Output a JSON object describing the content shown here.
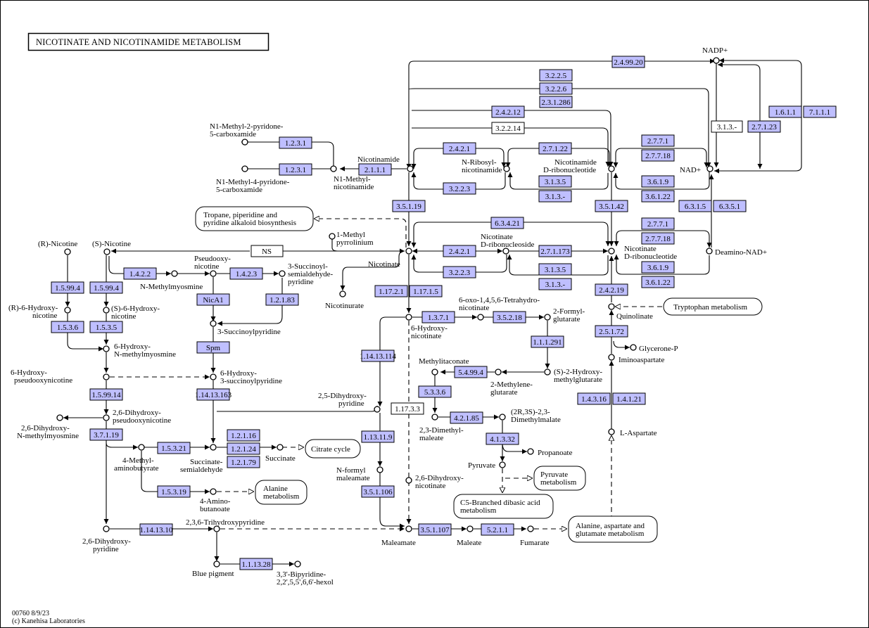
{
  "map": {
    "title": "NICOTINATE  AND  NICOTINAMIDE METABOLISM",
    "footer_id": "00760 8/9/23",
    "footer_copyright": "(c) Kanehisa Laboratories"
  },
  "colors": {
    "enzyme_fill": "#bfbfff",
    "plain_fill": "#ffffff",
    "line": "#000000"
  },
  "compounds": [
    {
      "id": "c-nadp",
      "lines": [
        "NADP+"
      ]
    },
    {
      "id": "c-nad",
      "lines": [
        "NAD+"
      ]
    },
    {
      "id": "c-n1m2p",
      "lines": [
        "N1-Methyl-2-pyridone-",
        "5-carboxamide"
      ]
    },
    {
      "id": "c-n1m4p",
      "lines": [
        "N1-Methyl-4-pyridone-",
        "5-carboxamide"
      ]
    },
    {
      "id": "c-n1mn",
      "lines": [
        "N1-Methyl-",
        "nicotinamide"
      ]
    },
    {
      "id": "c-nicotinamide",
      "lines": [
        "Nicotinamide"
      ]
    },
    {
      "id": "c-nrn",
      "lines": [
        "N-Ribosyl-",
        "nicotinamide"
      ]
    },
    {
      "id": "c-nmn",
      "lines": [
        "Nicotinamide",
        "D-ribonucleotide"
      ]
    },
    {
      "id": "c-rnic",
      "lines": [
        "(R)-Nicotine"
      ]
    },
    {
      "id": "c-snic",
      "lines": [
        "(S)-Nicotine"
      ]
    },
    {
      "id": "c-pseudo",
      "lines": [
        "Pseudooxy-",
        "nicotine"
      ]
    },
    {
      "id": "c-mpyr",
      "lines": [
        "1-Methyl",
        "pyrrolinium"
      ]
    },
    {
      "id": "c-nicotinate",
      "lines": [
        "Nicotinate"
      ]
    },
    {
      "id": "c-nar",
      "lines": [
        "Nicotinate",
        "D-ribonucleoside"
      ]
    },
    {
      "id": "c-namn",
      "lines": [
        "Nicotinate",
        "D-ribonucleotide"
      ]
    },
    {
      "id": "c-dnad",
      "lines": [
        "Deamino-NAD+"
      ]
    },
    {
      "id": "c-nmm",
      "lines": [
        "N-Methylmyosmine"
      ]
    },
    {
      "id": "c-3ssp",
      "lines": [
        "3-Succinoyl-",
        "semialdehyde-",
        "pyridine"
      ]
    },
    {
      "id": "c-nicotinurate",
      "lines": [
        "Nicotinurate"
      ]
    },
    {
      "id": "c-r6hn",
      "lines": [
        "(R)-6-Hydroxy-",
        "nicotine"
      ]
    },
    {
      "id": "c-s6hn",
      "lines": [
        "(S)-6-Hydroxy-",
        "nicotine"
      ]
    },
    {
      "id": "c-3sp",
      "lines": [
        "3-Succinoylpyridine"
      ]
    },
    {
      "id": "c-6oxo",
      "lines": [
        "6-oxo-1,4,5,6-Tetrahydro-",
        "nicotinate"
      ]
    },
    {
      "id": "c-2fg",
      "lines": [
        "2-Formyl-",
        "glutarate"
      ]
    },
    {
      "id": "c-6hnicotinate",
      "lines": [
        "6-Hydroxy-",
        "nicotinate"
      ]
    },
    {
      "id": "c-quin",
      "lines": [
        "Quinolinate"
      ]
    },
    {
      "id": "c-6hnmm",
      "lines": [
        "6-Hydroxy-",
        "N-methylmyosmine"
      ]
    },
    {
      "id": "c-glyp",
      "lines": [
        "Glycerone-P"
      ]
    },
    {
      "id": "c-6hpseudo",
      "lines": [
        "6-Hydroxy-",
        "pseudooxynicotine"
      ]
    },
    {
      "id": "c-6h3sp",
      "lines": [
        "6-Hydroxy-",
        "3-succinoylpyridine"
      ]
    },
    {
      "id": "c-mitac",
      "lines": [
        "Methylitaconate"
      ]
    },
    {
      "id": "c-s2hmg",
      "lines": [
        "(S)-2-Hydroxy-",
        "methylglutarate"
      ]
    },
    {
      "id": "c-iminoasp",
      "lines": [
        "Iminoaspartate"
      ]
    },
    {
      "id": "c-2mg",
      "lines": [
        "2-Methylene-",
        "glutarate"
      ]
    },
    {
      "id": "c-25dhp",
      "lines": [
        "2,5-Dihydroxy-",
        "pyridine"
      ]
    },
    {
      "id": "c-26dpn",
      "lines": [
        "2,6-Dihydroxy-",
        "pseudooxynicotine"
      ]
    },
    {
      "id": "c-26dnm",
      "lines": [
        "2,6-Dihydroxy-",
        "N-methylmyosmine"
      ]
    },
    {
      "id": "c-23dmm",
      "lines": [
        "2,3-Dimethyl-",
        "maleate"
      ]
    },
    {
      "id": "c-23dmml",
      "lines": [
        "(2R,3S)-2,3-",
        "Dimethylmalate"
      ]
    },
    {
      "id": "c-laspartate",
      "lines": [
        "L-Aspartate"
      ]
    },
    {
      "id": "c-4mab",
      "lines": [
        "4-Methyl-",
        "aminobutyrate"
      ]
    },
    {
      "id": "c-succsa",
      "lines": [
        "Succinate-",
        "semialdehyde"
      ]
    },
    {
      "id": "c-succ",
      "lines": [
        "Succinate"
      ]
    },
    {
      "id": "c-propanoate",
      "lines": [
        "Propanoate"
      ]
    },
    {
      "id": "c-pyruvate",
      "lines": [
        "Pyruvate"
      ]
    },
    {
      "id": "c-nfm",
      "lines": [
        "N-formyl",
        "maleamate"
      ]
    },
    {
      "id": "c-26dhn",
      "lines": [
        "2,6-Dihydroxy-",
        "nicotinate"
      ]
    },
    {
      "id": "c-4ab",
      "lines": [
        "4-Amino-",
        "butanoate"
      ]
    },
    {
      "id": "c-236thp",
      "lines": [
        "2,3,6-Trihydroxypyridine"
      ]
    },
    {
      "id": "c-maleamate",
      "lines": [
        "Maleamate"
      ]
    },
    {
      "id": "c-maleate",
      "lines": [
        "Maleate"
      ]
    },
    {
      "id": "c-fumarate",
      "lines": [
        "Fumarate"
      ]
    },
    {
      "id": "c-26dhp",
      "lines": [
        "2,6-Dihydroxy-",
        "pyridine"
      ]
    },
    {
      "id": "c-bp",
      "lines": [
        "Blue pigment"
      ]
    },
    {
      "id": "c-bipyr",
      "lines": [
        "3,3'-Bipyridine-",
        "2,2',5,5',6,6'-hexol"
      ]
    }
  ],
  "enzymes": [
    {
      "id": "e1",
      "label": "2.4.99.20",
      "kind": "enzyme"
    },
    {
      "id": "e2",
      "label": "3.2.2.5",
      "kind": "enzyme"
    },
    {
      "id": "e3",
      "label": "3.2.2.6",
      "kind": "enzyme"
    },
    {
      "id": "e4",
      "label": "2.3.1.286",
      "kind": "enzyme"
    },
    {
      "id": "e5",
      "label": "2.4.2.12",
      "kind": "enzyme"
    },
    {
      "id": "e6",
      "label": "3.2.2.14",
      "kind": "plain"
    },
    {
      "id": "e7",
      "label": "1.6.1.1",
      "kind": "enzyme"
    },
    {
      "id": "e8",
      "label": "7.1.1.1",
      "kind": "enzyme"
    },
    {
      "id": "e9",
      "label": "3.1.3.-",
      "kind": "plain"
    },
    {
      "id": "e10",
      "label": "2.7.1.23",
      "kind": "enzyme"
    },
    {
      "id": "e11",
      "label": "2.7.7.1",
      "kind": "enzyme"
    },
    {
      "id": "e12",
      "label": "2.7.7.18",
      "kind": "enzyme"
    },
    {
      "id": "e13",
      "label": "1.2.3.1",
      "kind": "enzyme"
    },
    {
      "id": "e14",
      "label": "2.4.2.1",
      "kind": "enzyme"
    },
    {
      "id": "e15",
      "label": "2.7.1.22",
      "kind": "enzyme"
    },
    {
      "id": "e16",
      "label": "1.2.3.1",
      "kind": "enzyme"
    },
    {
      "id": "e17",
      "label": "2.1.1.1",
      "kind": "enzyme"
    },
    {
      "id": "e18",
      "label": "3.1.3.5",
      "kind": "enzyme"
    },
    {
      "id": "e19",
      "label": "3.6.1.9",
      "kind": "enzyme"
    },
    {
      "id": "e20",
      "label": "3.2.2.3",
      "kind": "enzyme"
    },
    {
      "id": "e21",
      "label": "3.1.3.-",
      "kind": "enzyme"
    },
    {
      "id": "e22",
      "label": "3.6.1.22",
      "kind": "enzyme"
    },
    {
      "id": "e23",
      "label": "3.5.1.19",
      "kind": "enzyme"
    },
    {
      "id": "e24",
      "label": "3.5.1.42",
      "kind": "enzyme"
    },
    {
      "id": "e25",
      "label": "6.3.1.5",
      "kind": "enzyme"
    },
    {
      "id": "e26",
      "label": "6.3.5.1",
      "kind": "enzyme"
    },
    {
      "id": "e27",
      "label": "6.3.4.21",
      "kind": "enzyme"
    },
    {
      "id": "e28",
      "label": "2.7.7.1",
      "kind": "enzyme"
    },
    {
      "id": "e29",
      "label": "2.7.7.18",
      "kind": "enzyme"
    },
    {
      "id": "e30",
      "label": "NS",
      "kind": "plain"
    },
    {
      "id": "e31",
      "label": "2.4.2.1",
      "kind": "enzyme"
    },
    {
      "id": "e32",
      "label": "2.7.1.173",
      "kind": "enzyme"
    },
    {
      "id": "e33",
      "label": "1.4.2.2",
      "kind": "enzyme"
    },
    {
      "id": "e34",
      "label": "1.4.2.3",
      "kind": "enzyme"
    },
    {
      "id": "e35",
      "label": "3.6.1.9",
      "kind": "enzyme"
    },
    {
      "id": "e36",
      "label": "3.2.2.3",
      "kind": "enzyme"
    },
    {
      "id": "e37",
      "label": "3.1.3.5",
      "kind": "enzyme"
    },
    {
      "id": "e38",
      "label": "1.5.99.4",
      "kind": "enzyme"
    },
    {
      "id": "e39",
      "label": "1.5.99.4",
      "kind": "enzyme"
    },
    {
      "id": "e40",
      "label": "3.6.1.22",
      "kind": "enzyme"
    },
    {
      "id": "e41",
      "label": "3.1.3.-",
      "kind": "enzyme"
    },
    {
      "id": "e42",
      "label": "1.17.2.1",
      "kind": "enzyme"
    },
    {
      "id": "e43",
      "label": "1.17.1.5",
      "kind": "enzyme"
    },
    {
      "id": "e44",
      "label": "2.4.2.19",
      "kind": "enzyme"
    },
    {
      "id": "e45",
      "label": "NicA1",
      "kind": "enzyme"
    },
    {
      "id": "e46",
      "label": "1.2.1.83",
      "kind": "enzyme"
    },
    {
      "id": "e47",
      "label": "1.3.7.1",
      "kind": "enzyme"
    },
    {
      "id": "e48",
      "label": "3.5.2.18",
      "kind": "enzyme"
    },
    {
      "id": "e49",
      "label": "1.5.3.6",
      "kind": "enzyme"
    },
    {
      "id": "e50",
      "label": "1.5.3.5",
      "kind": "enzyme"
    },
    {
      "id": "e51",
      "label": "2.5.1.72",
      "kind": "enzyme"
    },
    {
      "id": "e52",
      "label": "1.1.1.291",
      "kind": "enzyme"
    },
    {
      "id": "e53",
      "label": "Spm",
      "kind": "enzyme"
    },
    {
      "id": "e54",
      "label": "1.14.13.114",
      "kind": "enzyme"
    },
    {
      "id": "e55",
      "label": "5.4.99.4",
      "kind": "enzyme"
    },
    {
      "id": "e56",
      "label": "1.5.99.14",
      "kind": "enzyme"
    },
    {
      "id": "e57",
      "label": "1.14.13.163",
      "kind": "enzyme"
    },
    {
      "id": "e58",
      "label": "5.3.3.6",
      "kind": "enzyme"
    },
    {
      "id": "e59",
      "label": "1.4.3.16",
      "kind": "enzyme"
    },
    {
      "id": "e60",
      "label": "1.4.1.21",
      "kind": "enzyme"
    },
    {
      "id": "e61",
      "label": "1.17.3.3",
      "kind": "plain"
    },
    {
      "id": "e62",
      "label": "4.2.1.85",
      "kind": "enzyme"
    },
    {
      "id": "e63",
      "label": "1.13.11.9",
      "kind": "enzyme"
    },
    {
      "id": "e64",
      "label": "3.7.1.19",
      "kind": "enzyme"
    },
    {
      "id": "e65",
      "label": "1.2.1.16",
      "kind": "enzyme"
    },
    {
      "id": "e66",
      "label": "4.1.3.32",
      "kind": "enzyme"
    },
    {
      "id": "e67",
      "label": "1.5.3.21",
      "kind": "enzyme"
    },
    {
      "id": "e68",
      "label": "1.2.1.24",
      "kind": "enzyme"
    },
    {
      "id": "e69",
      "label": "1.2.1.79",
      "kind": "enzyme"
    },
    {
      "id": "e70",
      "label": "3.5.1.106",
      "kind": "enzyme"
    },
    {
      "id": "e71",
      "label": "1.5.3.19",
      "kind": "enzyme"
    },
    {
      "id": "e72",
      "label": "1.14.13.10",
      "kind": "enzyme"
    },
    {
      "id": "e73",
      "label": "3.5.1.107",
      "kind": "enzyme"
    },
    {
      "id": "e74",
      "label": "5.2.1.1",
      "kind": "enzyme"
    },
    {
      "id": "e75",
      "label": "1.1.13.28",
      "kind": "enzyme"
    }
  ],
  "pathways": [
    {
      "id": "m1",
      "lines": [
        "Tropane, piperidine and",
        "pyridine alkaloid biosynthesis"
      ]
    },
    {
      "id": "m2",
      "lines": [
        "Tryptophan metabolism"
      ]
    },
    {
      "id": "m3",
      "lines": [
        "Citrate cycle"
      ]
    },
    {
      "id": "m4",
      "lines": [
        "Pyruvate",
        "metabolism"
      ]
    },
    {
      "id": "m5",
      "lines": [
        "Alanine",
        "metabolism"
      ]
    },
    {
      "id": "m6",
      "lines": [
        "C5-Branched dibasic acid",
        "metabolism"
      ]
    },
    {
      "id": "m7",
      "lines": [
        "Alanine, aspartate and",
        "glutamate metabolism"
      ]
    }
  ]
}
